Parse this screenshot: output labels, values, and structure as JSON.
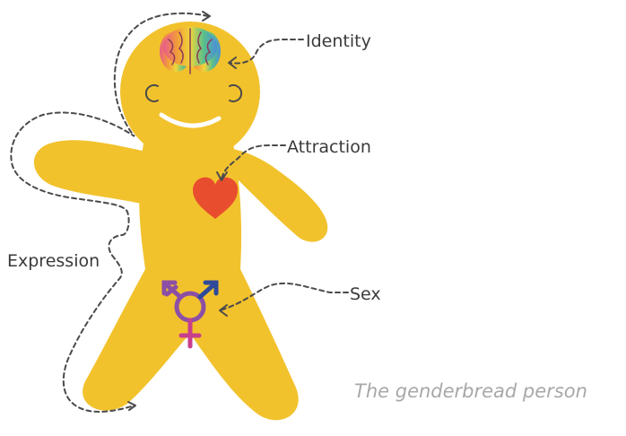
{
  "labels": {
    "identity": "Identity",
    "attraction": "Attraction",
    "expression": "Expression",
    "sex": "Sex"
  },
  "caption": "The genderbread person",
  "colors": {
    "body": "#f2c22d",
    "heart": "#e84e2e",
    "symbol_purple": "#8b4fa6",
    "symbol_blue": "#2f4a9a",
    "symbol_pink": "#c83f8c",
    "dash": "#4a4a4a",
    "label_text": "#3a3a3a",
    "caption_text": "#a8a8a8"
  },
  "icons": [
    "brain-icon",
    "heart-icon",
    "transgender-symbol-icon"
  ]
}
